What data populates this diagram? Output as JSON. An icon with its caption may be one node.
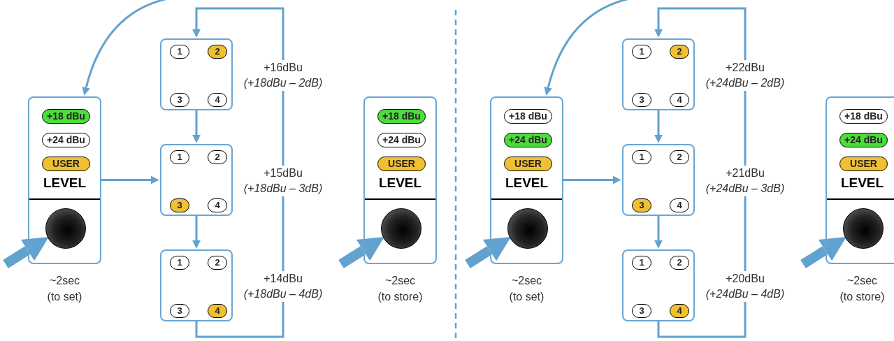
{
  "diagram": {
    "nodes": [
      {
        "text": [
          "LEVEL"
        ],
        "beside": [
          "~2sec",
          "(to set)"
        ]
      },
      {
        "text": [
          "+18 dBu"
        ],
        "in": 0
      },
      {
        "text": [
          "+24 dBu"
        ],
        "in": 0
      },
      {
        "text": [
          "USER"
        ],
        "in": 0
      },
      {
        "text": [],
        "shape": "circle",
        "in": 0
      },
      {
        "text": [],
        "shape": "box"
      },
      {
        "text": [
          "1"
        ],
        "in": 5
      },
      {
        "text": [
          "2"
        ],
        "in": 5
      },
      {
        "text": [
          "3"
        ],
        "in": 5
      },
      {
        "text": [
          "4"
        ],
        "in": 5
      },
      {
        "text": [],
        "shape": "box"
      },
      {
        "text": [
          "1"
        ],
        "in": 10
      },
      {
        "text": [
          "2"
        ],
        "in": 10
      },
      {
        "text": [
          "3"
        ],
        "in": 10
      },
      {
        "text": [
          "4"
        ],
        "in": 10
      },
      {
        "text": [],
        "shape": "box"
      },
      {
        "text": [
          "1"
        ],
        "in": 15
      },
      {
        "text": [
          "2"
        ],
        "in": 15
      },
      {
        "text": [
          "3"
        ],
        "in": 15
      },
      {
        "text": [
          "4"
        ],
        "in": 15
      },
      {
        "text": [
          "LEVEL"
        ],
        "beside": [
          "~2sec",
          "(to store)"
        ]
      },
      {
        "text": [
          "+18 dBu"
        ],
        "in": 20
      },
      {
        "text": [
          "+24 dBu"
        ],
        "in": 20
      },
      {
        "text": [
          "USER"
        ],
        "in": 20
      },
      {
        "text": [],
        "shape": "circle",
        "in": 20
      },
      {
        "text": [
          "LEVEL"
        ],
        "beside": [
          "~2sec",
          "(to set)"
        ]
      },
      {
        "text": [
          "+18 dBu"
        ],
        "in": 25
      },
      {
        "text": [
          "+24 dBu"
        ],
        "in": 25
      },
      {
        "text": [
          "USER"
        ],
        "in": 25
      },
      {
        "text": [],
        "shape": "circle",
        "in": 25
      },
      {
        "text": [],
        "shape": "box"
      },
      {
        "text": [
          "1"
        ],
        "in": 30
      },
      {
        "text": [
          "2"
        ],
        "in": 30
      },
      {
        "text": [
          "3"
        ],
        "in": 30
      },
      {
        "text": [
          "4"
        ],
        "in": 30
      },
      {
        "text": [],
        "shape": "box"
      },
      {
        "text": [
          "1"
        ],
        "in": 35
      },
      {
        "text": [
          "2"
        ],
        "in": 35
      },
      {
        "text": [
          "3"
        ],
        "in": 35
      },
      {
        "text": [
          "4"
        ],
        "in": 35
      },
      {
        "text": [],
        "shape": "box"
      },
      {
        "text": [
          "1"
        ],
        "in": 40
      },
      {
        "text": [
          "2"
        ],
        "in": 40
      },
      {
        "text": [
          "3"
        ],
        "in": 40
      },
      {
        "text": [
          "4"
        ],
        "in": 40
      },
      {
        "text": [
          "LEVEL"
        ],
        "beside": [
          "~2sec",
          "(to store)"
        ]
      },
      {
        "text": [
          "+18 dBu"
        ],
        "in": 45
      },
      {
        "text": [
          "+24 dBu"
        ],
        "in": 45
      },
      {
        "text": [
          "USER"
        ],
        "in": 45
      },
      {
        "text": [],
        "shape": "circle",
        "in": 45
      }
    ],
    "edges": [
      {
        "from": null,
        "to": 0,
        "arrow": "to"
      },
      {
        "from": null,
        "to": 4,
        "arrow": "to",
        "style": "thick"
      },
      {
        "from": 0,
        "to": 10,
        "arrow": "to"
      },
      {
        "from": 5,
        "to": 10,
        "arrow": "to"
      },
      {
        "from": 10,
        "to": 15,
        "arrow": "to"
      },
      {
        "from": 15,
        "to": 5,
        "arrow": "to"
      },
      {
        "from": null,
        "to": 24,
        "arrow": "to",
        "style": "thick"
      },
      {
        "from": null,
        "to": 25,
        "arrow": "to"
      },
      {
        "from": null,
        "to": 29,
        "arrow": "to",
        "style": "thick"
      },
      {
        "from": 25,
        "to": 35,
        "arrow": "to"
      },
      {
        "from": 30,
        "to": 35,
        "arrow": "to"
      },
      {
        "from": 35,
        "to": 40,
        "arrow": "to"
      },
      {
        "from": 40,
        "to": 30,
        "arrow": "to"
      },
      {
        "from": null,
        "to": 49,
        "arrow": "to",
        "style": "thick"
      }
    ],
    "labels": [
      "+16dBu",
      "(+18dBu – 2dB)",
      "+15dBu",
      "(+18dBu – 3dB)",
      "+14dBu",
      "(+18dBu – 4dB)",
      "+22dBu",
      "(+24dBu – 2dB)",
      "+21dBu",
      "(+24dBu – 3dB)",
      "+20dBu",
      "(+24dBu – 4dB)"
    ]
  }
}
